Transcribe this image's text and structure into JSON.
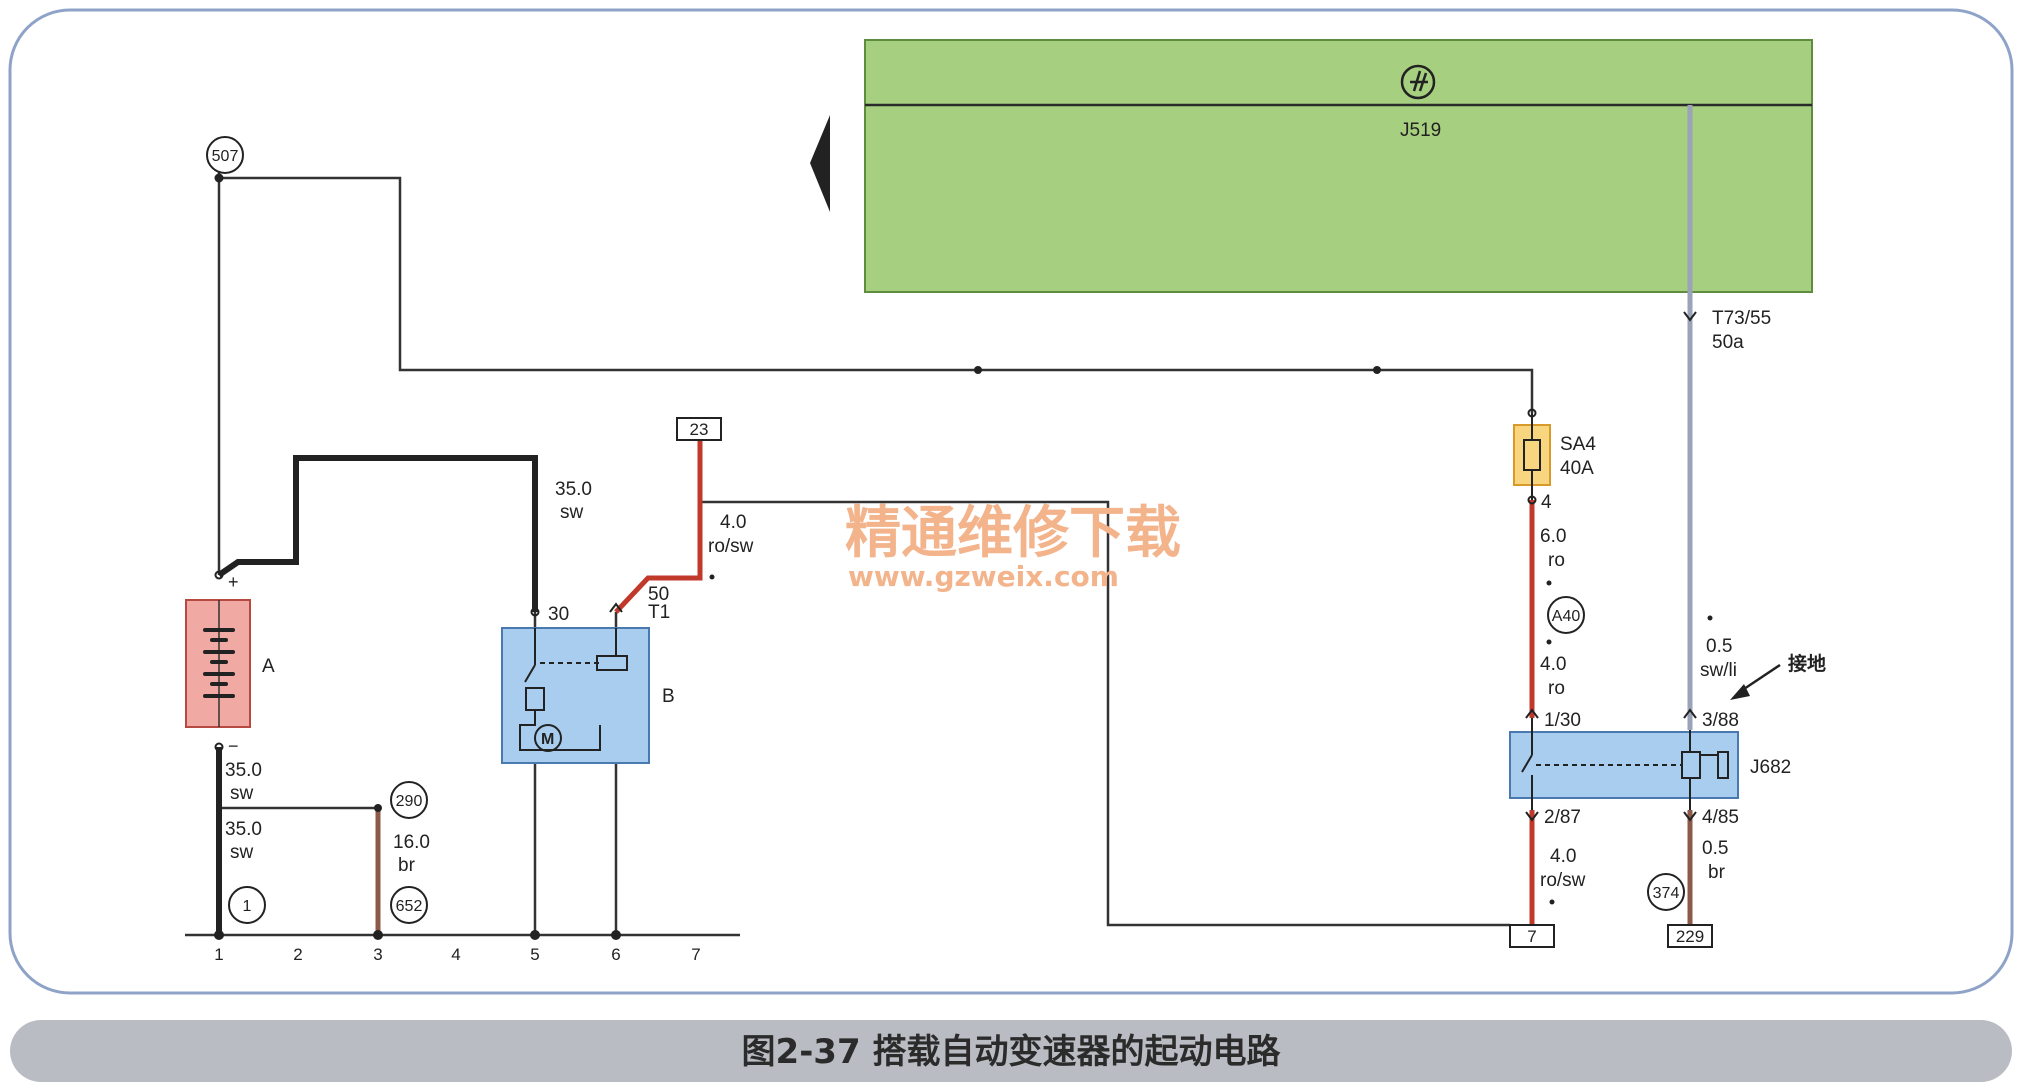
{
  "caption": "图2-37 搭载自动变速器的起动电路",
  "watermark": {
    "line1": "精通维修下载",
    "line2": "www.gzweix.com"
  },
  "colors": {
    "frame": "#8fa3c9",
    "control_unit_fill": "#a6cf7f",
    "component_fill": "#a9cdee",
    "battery_fill": "#f1a9a4",
    "fuse_fill": "#f8d680",
    "wire_red": "#c0392b",
    "wire_brown": "#8d5a4a",
    "wire_black": "#222222",
    "wire_lilac": "#9aa3b8"
  },
  "control_unit": {
    "id": "J519"
  },
  "components": {
    "battery": "A",
    "battery_plus": "+",
    "battery_minus": "−",
    "starter": "B",
    "starter_terminal_30": "30",
    "starter_terminal_50": "50",
    "starter_connector": "T1",
    "fuse_id": "SA4",
    "fuse_rating": "40A",
    "fuse_pin": "4",
    "relay": "J682",
    "relay_pin_1_30": "1/30",
    "relay_pin_3_88": "3/88",
    "relay_pin_2_87": "2/87",
    "relay_pin_4_85": "4/85",
    "ground_note": "接地",
    "connector_t73": "T73/55",
    "connector_t73_pin": "50a"
  },
  "wires": {
    "w1_size": "35.0",
    "w1_color": "sw",
    "w2_size": "35.0",
    "w2_color": "sw",
    "w3_size": "35.0",
    "w3_color": "sw",
    "w4_size": "16.0",
    "w4_color": "br",
    "w5_size": "4.0",
    "w5_color": "ro/sw",
    "w6_size": "6.0",
    "w6_color": "ro",
    "w7_size": "4.0",
    "w7_color": "ro",
    "w8_size": "0.5",
    "w8_color": "sw/li",
    "w9_size": "4.0",
    "w9_color": "ro/sw",
    "w10_size": "0.5",
    "w10_color": "br"
  },
  "circles": {
    "c507": "507",
    "c290": "290",
    "c652": "652",
    "c1": "1",
    "cA40": "A40",
    "c374": "374"
  },
  "boxes": {
    "b23": "23",
    "b7": "7",
    "b229": "229"
  },
  "ground_bar": [
    "1",
    "2",
    "3",
    "4",
    "5",
    "6",
    "7"
  ]
}
